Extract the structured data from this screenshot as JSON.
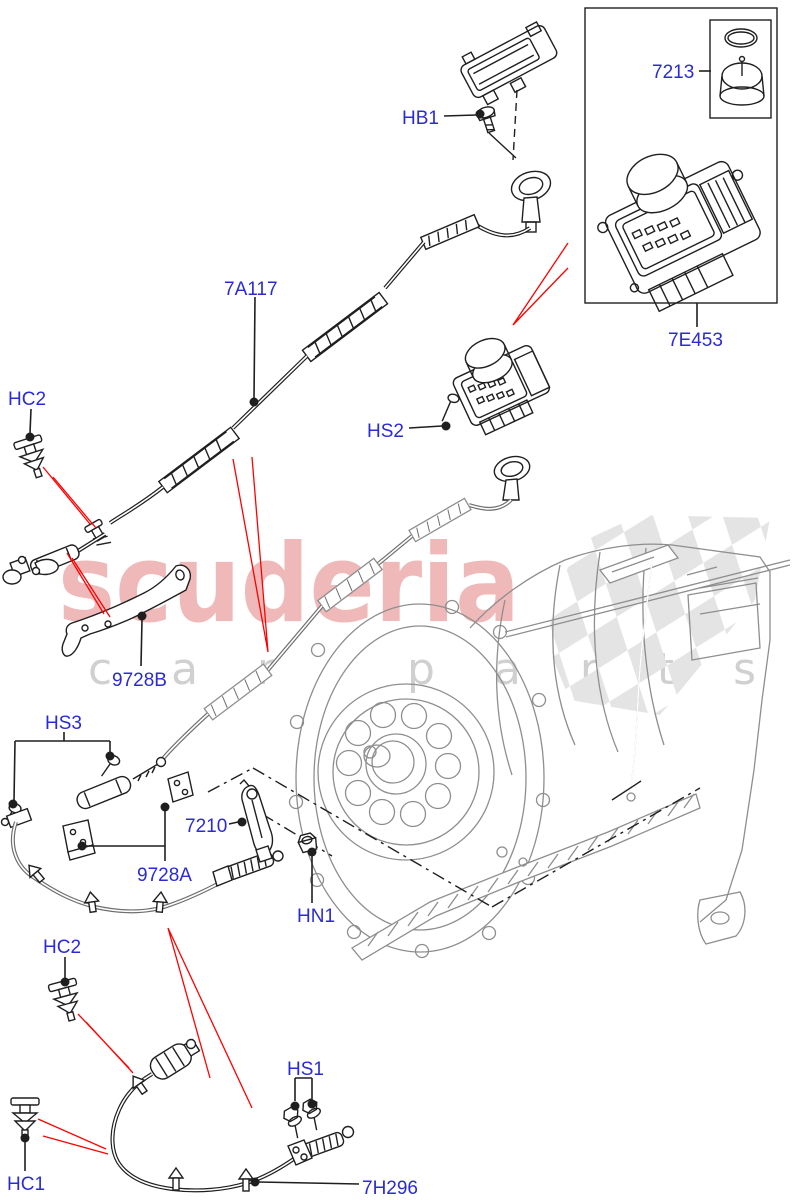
{
  "diagram": {
    "type": "vehicle-parts-exploded-diagram",
    "subject": "gear change / selector cable and transmission",
    "watermark": {
      "brand": "scuderia",
      "tagline": "car parts"
    },
    "colors": {
      "label_blue": "#2B2BD5",
      "highlight_red": "#FF0000",
      "watermark_pink": "#EFB9B9",
      "watermark_gray": "#D0D0D0",
      "drawing_black": "#1F1F1F",
      "drawing_gray": "#8E8E8E"
    },
    "labels": [
      {
        "id": "7213",
        "text": "7213"
      },
      {
        "id": "7E453",
        "text": "7E453"
      },
      {
        "id": "HB1",
        "text": "HB1"
      },
      {
        "id": "7A117",
        "text": "7A117"
      },
      {
        "id": "HS2",
        "text": "HS2"
      },
      {
        "id": "HC2-upper",
        "text": "HC2"
      },
      {
        "id": "9728B",
        "text": "9728B"
      },
      {
        "id": "HS3",
        "text": "HS3"
      },
      {
        "id": "7210",
        "text": "7210"
      },
      {
        "id": "9728A",
        "text": "9728A"
      },
      {
        "id": "HN1",
        "text": "HN1"
      },
      {
        "id": "HC2-lower",
        "text": "HC2"
      },
      {
        "id": "HC1",
        "text": "HC1"
      },
      {
        "id": "HS1",
        "text": "HS1"
      },
      {
        "id": "7H296",
        "text": "7H296"
      }
    ]
  }
}
